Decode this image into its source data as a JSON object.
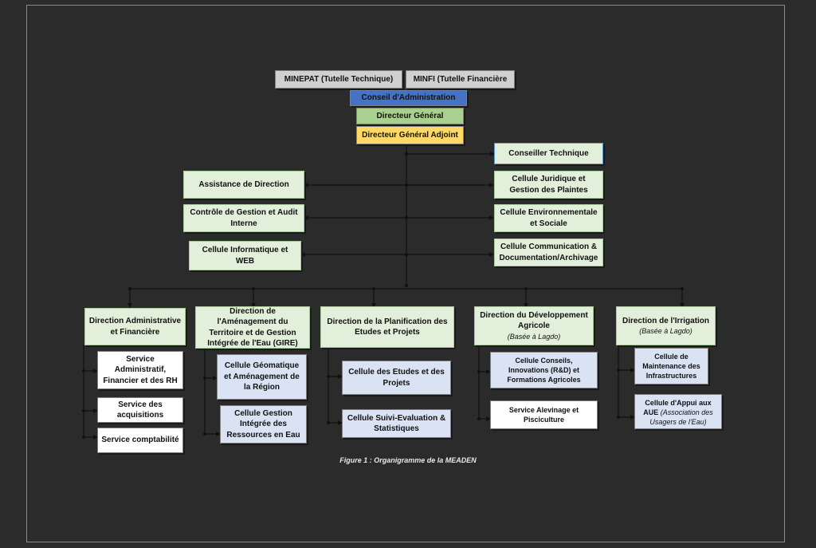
{
  "top": {
    "minepat": "MINEPAT (Tutelle Technique)",
    "minfi": "MINFI (Tutelle Financière",
    "conseil": "Conseil d'Administration",
    "dg": "Directeur Général",
    "dga": "Directeur Général Adjoint"
  },
  "staff_left": {
    "assistance": "Assistance de Direction",
    "controle": "Contrôle de Gestion et Audit Interne",
    "informatique": "Cellule Informatique et WEB"
  },
  "staff_right": {
    "conseiller": "Conseiller Technique",
    "juridique": "Cellule Juridique et Gestion des Plaintes",
    "environnement": "Cellule Environnementale et Sociale",
    "communication": "Cellule Communication & Documentation/Archivage"
  },
  "directions": {
    "daf": {
      "title": "Direction Administrative et Financière",
      "services": [
        "Service Administratif, Financier et des RH",
        "Service des acquisitions",
        "Service comptabilité"
      ]
    },
    "datg": {
      "title": "Direction de l'Aménagement du Territoire et de Gestion Intégrée de l'Eau (GIRE)",
      "services": [
        "Cellule Géomatique et Aménagement de la Région",
        "Cellule Gestion Intégrée des Ressources en Eau"
      ]
    },
    "dpep": {
      "title": "Direction de la Planification des Etudes et Projets",
      "services": [
        "Cellule des Etudes et des Projets",
        "Cellule Suivi-Evaluation & Statistiques"
      ]
    },
    "dda": {
      "title": "Direction du Développement Agricole",
      "note": "(Basée à Lagdo)",
      "services": [
        "Cellule Conseils, Innovations (R&D) et Formations Agricoles",
        "Service Alevinage et Pisciculture"
      ]
    },
    "di": {
      "title": "Direction de l'Irrigation",
      "note": "(Basée à Lagdo)",
      "service1": "Cellule de Maintenance des Infrastructures",
      "service2_main": "Cellule d'Appui aux AUE",
      "service2_note": "(Association des Usagers de l'Eau)"
    }
  },
  "caption": "Figure 1 : Organigramme de la MEADEN"
}
